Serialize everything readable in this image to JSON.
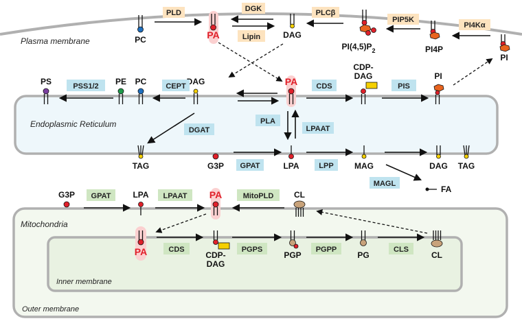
{
  "colors": {
    "pa_red": "#e0202a",
    "orange_box": "#fde3bf",
    "blue_box": "#bfe3ef",
    "green_box": "#cfe6c2",
    "er_fill": "#eef7fb",
    "mito_fill": "#f3f8ef",
    "membrane_gray": "#b0b0b0",
    "pc_blue": "#1f6fbf",
    "ps_purple": "#7b3fa0",
    "pe_green": "#1e9a4a",
    "dag_yellow": "#f5d000",
    "pi_orange": "#e8641f",
    "pg_tan": "#c8a27a"
  },
  "regions": {
    "plasma": "Plasma membrane",
    "er": "Endoplasmic Reticulum",
    "mito": "Mitochondria",
    "inner": "Inner membrane",
    "outer": "Outer membrane"
  },
  "plasma": {
    "lipids": {
      "pc": "PC",
      "pa": "PA",
      "dag": "DAG",
      "pip2": "PI(4,5)P",
      "pip2_sub": "2",
      "pi4p": "PI4P",
      "pi": "PI"
    },
    "enzymes": {
      "pld": "PLD",
      "dgk": "DGK",
      "lipin": "Lipin",
      "plcb": "PLCβ",
      "pip5k": "PIP5K",
      "pi4ka": "PI4Kα"
    }
  },
  "er": {
    "lipids": {
      "ps": "PS",
      "pe": "PE",
      "pc": "PC",
      "dag": "DAG",
      "pa": "PA",
      "cdpdag_1": "CDP-",
      "cdpdag_2": "DAG",
      "pi": "PI",
      "tag": "TAG",
      "g3p": "G3P",
      "lpa": "LPA",
      "mag": "MAG",
      "dag2": "DAG",
      "tag2": "TAG",
      "fa": "FA"
    },
    "enzymes": {
      "pss": "PSS1/2",
      "cept": "CEPT",
      "cds": "CDS",
      "pis": "PIS",
      "dgat": "DGAT",
      "pla": "PLA",
      "lpaat": "LPAAT",
      "gpat": "GPAT",
      "lpp": "LPP",
      "magl": "MAGL"
    }
  },
  "mito": {
    "lipids": {
      "g3p": "G3P",
      "lpa": "LPA",
      "pa_outer": "PA",
      "cl_outer": "CL",
      "pa_inner": "PA",
      "cdpdag_1": "CDP-",
      "cdpdag_2": "DAG",
      "pgp": "PGP",
      "pg": "PG",
      "cl_inner": "CL"
    },
    "enzymes": {
      "gpat": "GPAT",
      "lpaat": "LPAAT",
      "mitopld": "MitoPLD",
      "cds": "CDS",
      "pgps": "PGPS",
      "pgpp": "PGPP",
      "cls": "CLS"
    }
  }
}
